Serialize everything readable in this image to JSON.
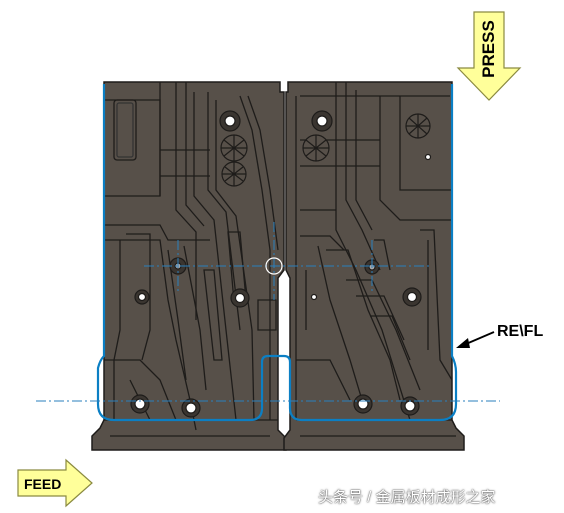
{
  "labels": {
    "press": "PRESS",
    "feed": "FEED",
    "refl": "RE\\FL"
  },
  "watermark": "头条号 / 金属板材成形之家",
  "colors": {
    "part_fill": "#575049",
    "part_line": "#1e1c1a",
    "trim_line": "#0b7fc4",
    "centerline": "#2a7fbd",
    "arrow_fill": "#ffff9a",
    "arrow_stroke": "#8a8a40"
  },
  "icons": {
    "press_arrow": "arrow-down-icon",
    "feed_arrow": "arrow-right-icon",
    "callout_arrow": "leader-arrow-icon"
  }
}
